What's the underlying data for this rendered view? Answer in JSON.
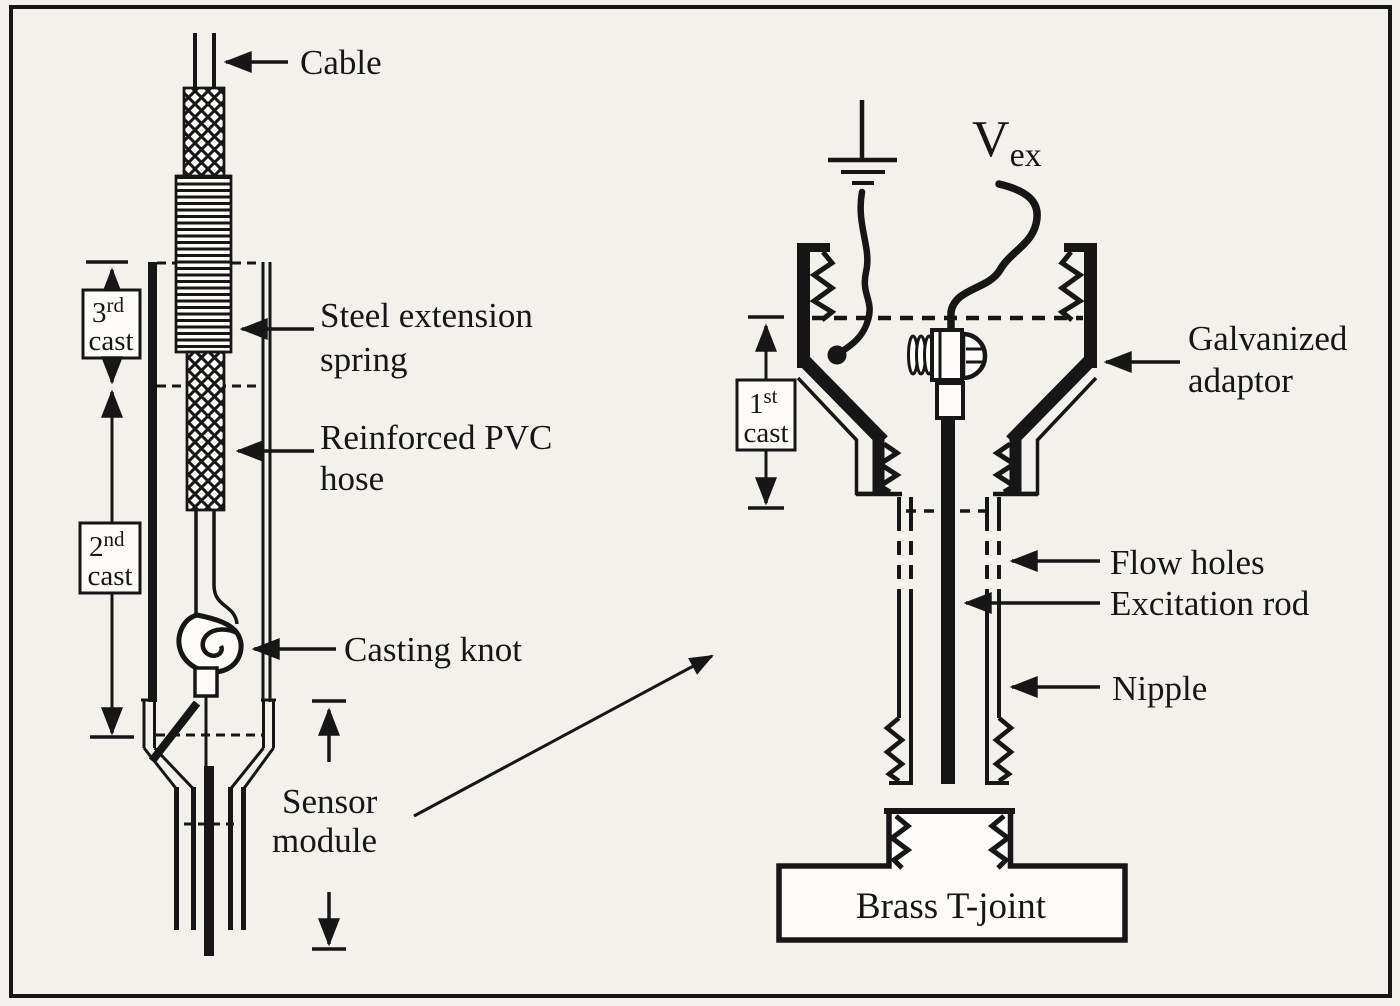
{
  "meta": {
    "figure_type": "technical line drawing, two-part sensor assembly",
    "ink_color": "#161616",
    "paper_color": "#f3f1ec"
  },
  "left": {
    "cable": "Cable",
    "spring1": "Steel extension",
    "spring2": "spring",
    "hose1": "Reinforced PVC",
    "hose2": "hose",
    "knot": "Casting knot",
    "sensor1": "Sensor",
    "sensor2": "module",
    "cast3": {
      "num": "3",
      "suffix": "rd",
      "word": "cast"
    },
    "cast2": {
      "num": "2",
      "suffix": "nd",
      "word": "cast"
    }
  },
  "right": {
    "vex_main": "V",
    "vex_sub": "ex",
    "adaptor1": "Galvanized",
    "adaptor2": "adaptor",
    "flow_holes": "Flow holes",
    "excitation_rod": "Excitation rod",
    "nipple": "Nipple",
    "tjoint": "Brass T-joint",
    "cast1": {
      "num": "1",
      "suffix": "st",
      "word": "cast"
    }
  }
}
